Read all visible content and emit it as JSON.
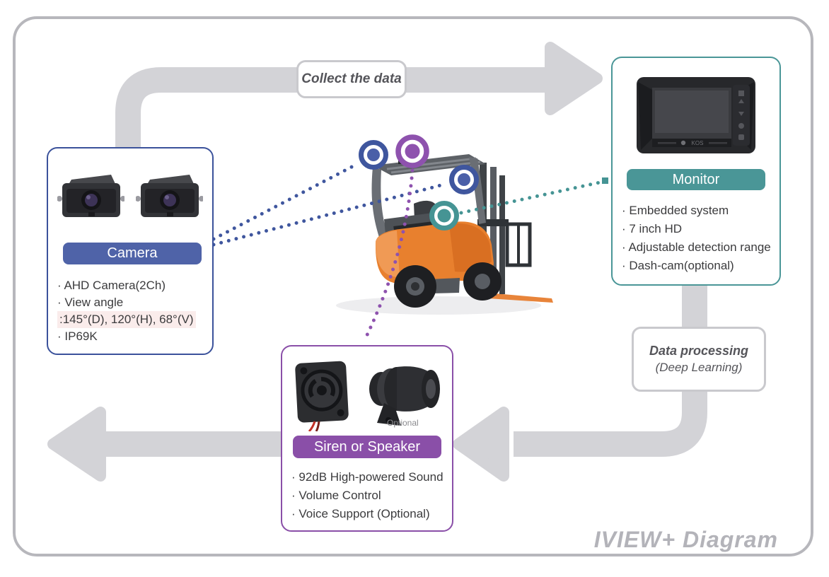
{
  "labels": {
    "collect": "Collect the data",
    "processing_line1": "Data processing",
    "processing_line2": "(Deep Learning)",
    "caption": "IVIEW+ Diagram"
  },
  "camera": {
    "title": "Camera",
    "accent": "#4f63a8",
    "border": "#3b529b",
    "items": [
      "· AHD Camera(2Ch)",
      "· View angle",
      ":145°(D), 120°(H), 68°(V)",
      "· IP69K"
    ]
  },
  "monitor": {
    "title": "Monitor",
    "accent": "#4a9697",
    "logo": "KOS",
    "items": [
      "· Embedded system",
      "· 7 inch HD",
      "· Adjustable detection range",
      "· Dash-cam(optional)"
    ]
  },
  "siren": {
    "title": "Siren or Speaker",
    "accent": "#8a4fa8",
    "optional_label": "Optional",
    "items": [
      "· 92dB High-powered Sound",
      "· Volume Control",
      "· Voice Support (Optional)"
    ]
  },
  "markers": {
    "blue": "#4a5fa8",
    "purple": "#8e52ae",
    "teal": "#459494"
  },
  "flow": {
    "arrow_color": "#d3d3d7",
    "highlight_bg": "#faeceb",
    "frame_border": "#b7b7bc"
  }
}
